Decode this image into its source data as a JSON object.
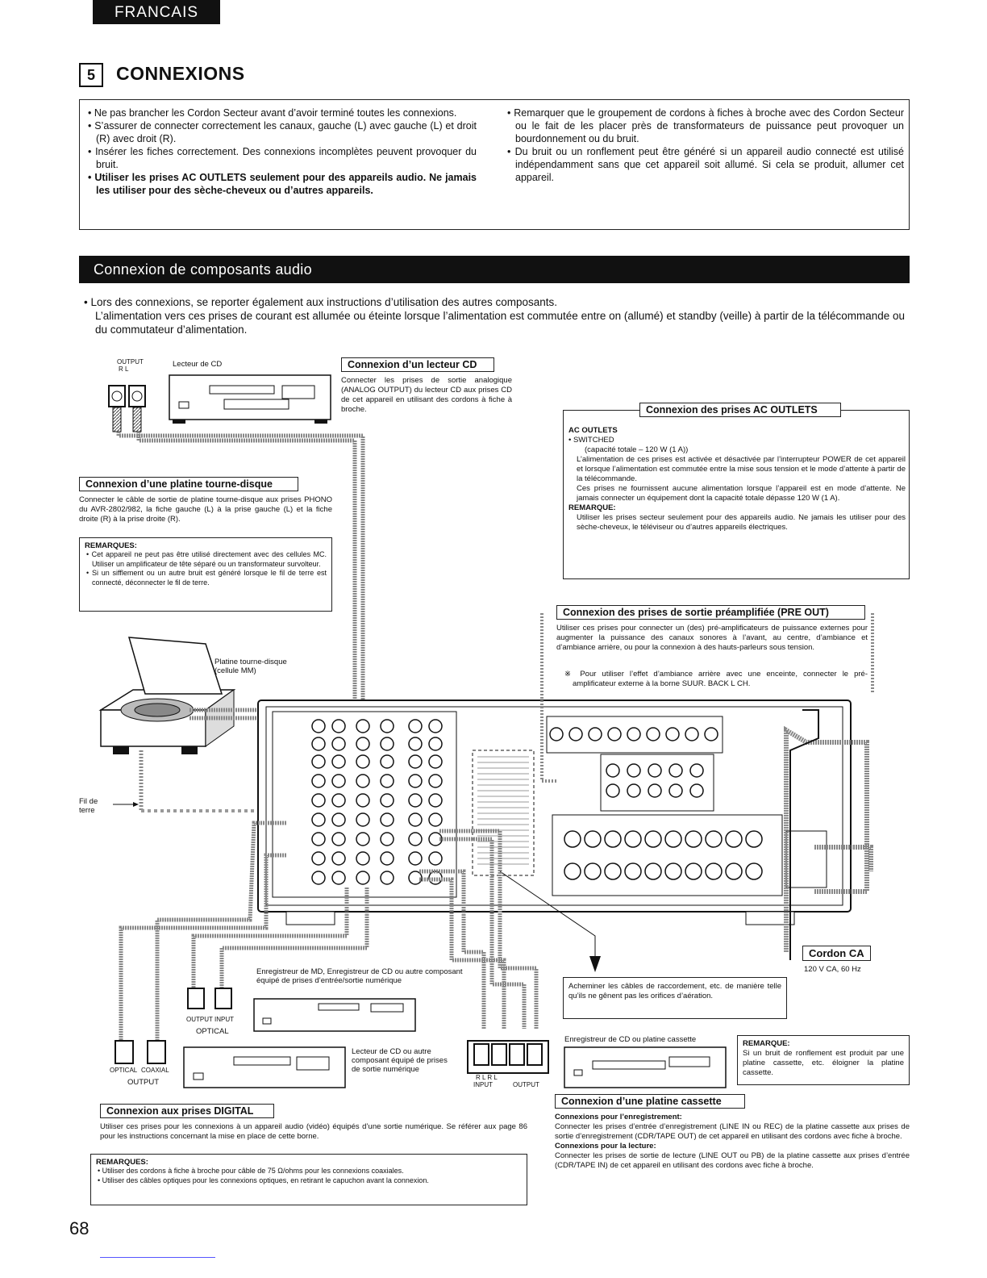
{
  "header": {
    "language_tab": "FRANCAIS",
    "section_number": "5",
    "section_title": "CONNEXIONS"
  },
  "warnings": {
    "left": [
      "Ne pas brancher les Cordon Secteur avant d’avoir terminé toutes les connexions.",
      "S’assurer de connecter correctement les canaux, gauche (L) avec gauche (L) et droit (R) avec droit (R).",
      "Insérer les fiches correctement. Des connexions incomplètes peuvent provoquer du bruit.",
      "Utiliser les prises AC OUTLETS seulement pour des appareils audio. Ne jamais les utiliser pour des sèche-cheveux ou d’autres appareils."
    ],
    "right": [
      "Remarquer que le groupement de cordons à fiches à broche avec des Cordon Secteur ou le fait de les placer près de transformateurs de puissance peut provoquer un bourdonnement ou du bruit.",
      "Du bruit ou un ronflement peut être généré si un appareil audio connecté est utilisé indépendamment sans que cet appareil soit allumé. Si cela se produit, allumer cet appareil."
    ]
  },
  "banner": "Connexion de composants audio",
  "intro": {
    "line1": "Lors des connexions, se reporter également aux instructions d’utilisation des autres composants.",
    "line2": "L’alimentation vers ces prises de courant est allumée ou éteinte lorsque l’alimentation est commutée entre on (allumé) et standby (veille) à partir de la télécommande ou du commutateur d’alimentation."
  },
  "cd": {
    "output_label": "OUTPUT",
    "rl": "R    L",
    "player_label": "Lecteur de CD",
    "title": "Connexion d’un lecteur CD",
    "text": "Connecter les prises de sortie analogique (ANALOG OUTPUT) du lecteur CD aux prises CD de cet appareil en utilisant des cordons à fiche à broche."
  },
  "turntable": {
    "title": "Connexion d’une platine tourne-disque",
    "text": "Connecter le câble de sortie de platine tourne-disque aux prises PHONO du AVR-2802/982, la fiche gauche (L) à la prise gauche (L) et la fiche droite (R) à la prise droite (R).",
    "remarks_title": "REMARQUES:",
    "remarks": [
      "Cet appareil ne peut pas être utilisé directement avec des cellules MC. Utiliser un amplificateur de tête séparé ou un transformateur survolteur.",
      "Si un sifflement ou un autre bruit est généré lorsque le fil de terre est connecté, déconnecter le fil de terre."
    ],
    "device_label": "Platine tourne-disque (cellule MM)",
    "ground_label": "Fil de terre"
  },
  "ac": {
    "title": "Connexion des prises AC OUTLETS",
    "heading": "AC OUTLETS",
    "switched": "SWITCHED",
    "capacity": "(capacité totale – 120 W (1 A))",
    "p1": "L’alimentation de ces prises est activée et désactivée par l’interrupteur POWER de cet appareil et lorsque l’alimentation est commutée entre la mise sous tension et le mode d’attente à partir de la télécommande.",
    "p2": "Ces prises ne fournissent aucune alimentation lorsque l’appareil est en mode d’attente. Ne jamais connecter un équipement dont la capacité totale dépasse 120 W (1 A).",
    "remark_title": "REMARQUE:",
    "remark": "Utiliser les prises secteur seulement pour des appareils audio. Ne jamais les utiliser pour des sèche-cheveux, le téléviseur ou d’autres appareils électriques."
  },
  "preout": {
    "title": "Connexion des prises de sortie préamplifiée (PRE OUT)",
    "text": "Utiliser ces prises pour connecter un (des) pré-amplificateurs de puissance externes pour augmenter la puissance des canaux sonores à l’avant, au centre, d’ambiance et d’ambiance arrière, ou pour la connexion à des hauts-parleurs sous tension.",
    "note": "※ Pour utiliser l’effet d’ambiance arrière avec une enceinte, connecter le pré-amplificateur externe à la borne SUUR. BACK L CH."
  },
  "cord": {
    "title": "Cordon CA",
    "spec": "120 V CA, 60 Hz"
  },
  "vent": {
    "text": "Acheminer les câbles de raccordement, etc. de manière telle qu’ils ne gênent pas les orifices d’aération."
  },
  "md": {
    "label": "Enregistreur de MD, Enregistreur de CD ou autre composant équipé de prises d’entrée/sortie numérique",
    "output": "OUTPUT",
    "input": "INPUT",
    "optical": "OPTICAL"
  },
  "digital_source": {
    "optical": "OPTICAL",
    "coaxial": "COAXIAL",
    "output": "OUTPUT",
    "label": "Lecteur de CD ou autre composant équipé de prises de sortie numérique"
  },
  "digital": {
    "title": "Connexion aux prises DIGITAL",
    "text": "Utiliser ces prises pour les connexions à un appareil audio (vidéo) équipés d’une sortie numérique. Se référer aux page 86 pour les instructions concernant la mise en place de cette borne.",
    "remarks_title": "REMARQUES:",
    "remarks": [
      "Utiliser des cordons à fiche à broche pour câble de 75 Ω/ohms pour les connexions coaxiales.",
      "Utiliser des câbles optiques pour les connexions optiques, en retirant le capuchon avant la connexion."
    ]
  },
  "tape": {
    "recorder_label": "Enregistreur de CD ou platine cassette",
    "rl": "R    L    R    L",
    "input": "INPUT",
    "output": "OUTPUT",
    "remark_title": "REMARQUE:",
    "remark": "Si un bruit de ronflement est produit par une platine cassette, etc. éloigner la platine cassette.",
    "title": "Connexion d’une platine cassette",
    "rec_heading": "Connexions pour l’enregistrement:",
    "rec_text": "Connecter les prises d’entrée d’enregistrement (LINE IN ou REC) de la platine cassette aux prises de sortie d’enregistrement (CDR/TAPE OUT) de cet appareil en utilisant des cordons avec fiche à broche.",
    "play_heading": "Connexions pour la lecture:",
    "play_text": "Connecter les prises de sortie de lecture (LINE OUT ou PB) de la platine cassette aux prises d’entrée (CDR/TAPE IN) de cet appareil en utilisant des cordons avec fiche à broche."
  },
  "page_number": "68"
}
